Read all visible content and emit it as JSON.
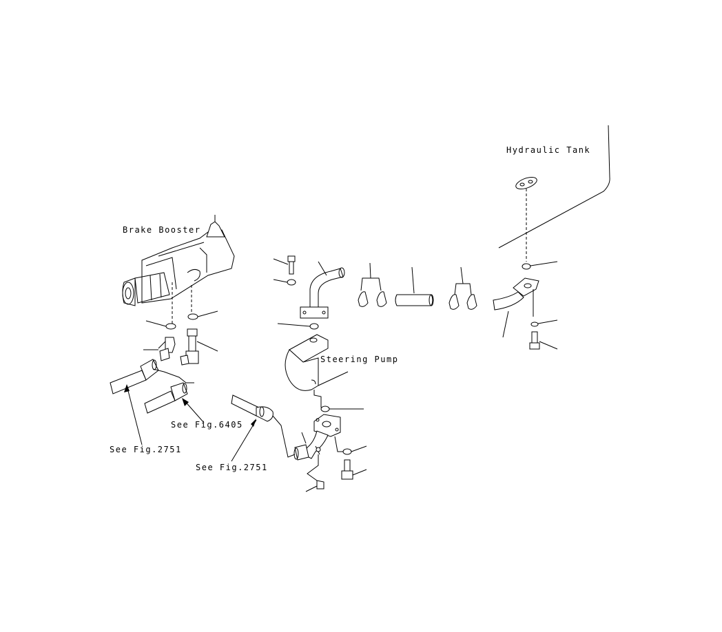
{
  "labels": {
    "hydraulic_tank": "Hydraulic Tank",
    "brake_booster": "Brake Booster",
    "steering_pump": "Steering Pump",
    "see_fig_6405": "See Fig.6405",
    "see_fig_2751_left": "See Fig.2751",
    "see_fig_2751_center": "See Fig.2751"
  }
}
